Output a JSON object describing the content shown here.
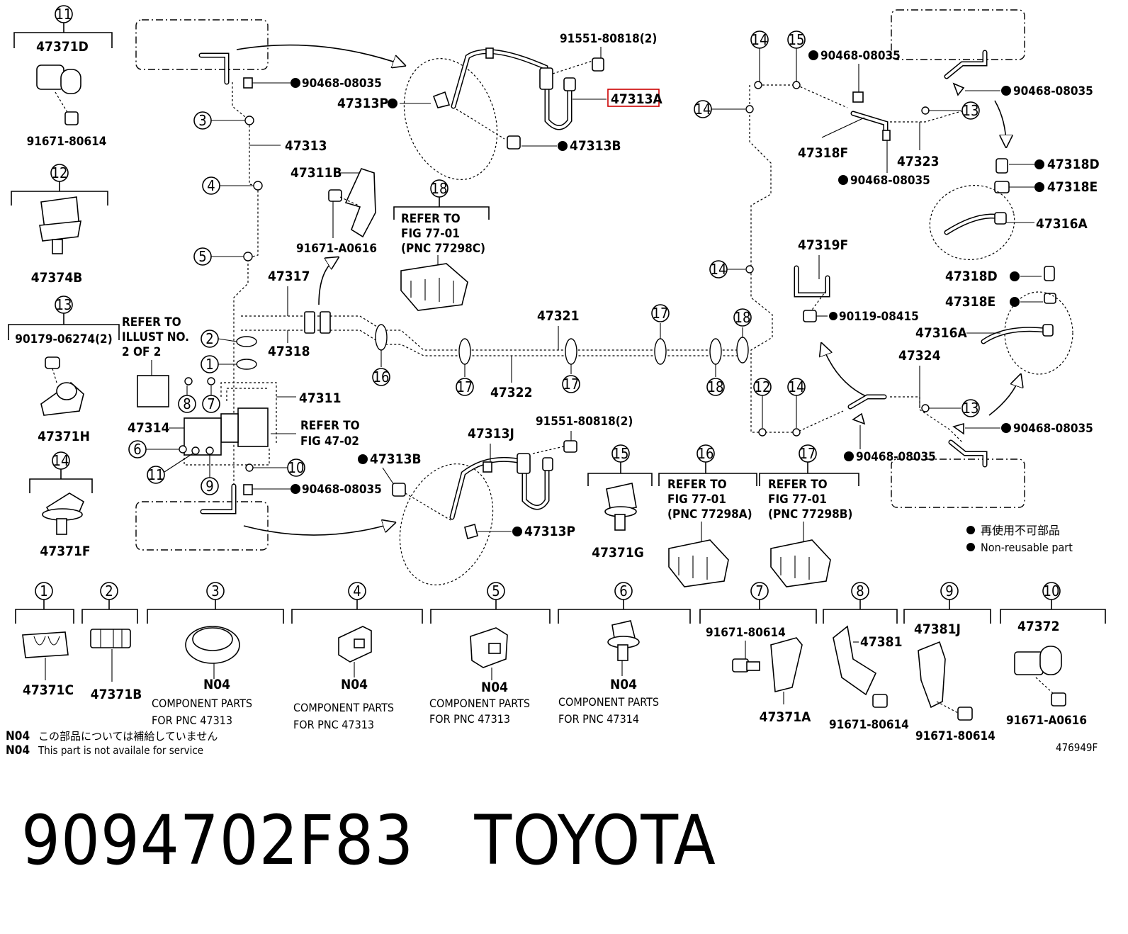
{
  "header_groups": {
    "g11": {
      "num": "11",
      "parts": [
        "47371D",
        "91671-80614"
      ]
    },
    "g12": {
      "num": "12",
      "parts": [
        "47374B"
      ]
    },
    "g13": {
      "num": "13",
      "parts": [
        "90179-06274(2)",
        "47371H"
      ]
    },
    "g14": {
      "num": "14",
      "parts": [
        "47371F"
      ]
    },
    "g15": {
      "num": "15",
      "parts": [
        "47371G"
      ]
    },
    "g16": {
      "num": "16",
      "refer": [
        "REFER TO",
        "FIG 77-01",
        "(PNC 77298A)"
      ]
    },
    "g17": {
      "num": "17",
      "refer": [
        "REFER TO",
        "FIG 77-01",
        "(PNC 77298B)"
      ]
    },
    "g18": {
      "num": "18",
      "refer": [
        "REFER TO",
        "FIG 77-01",
        "(PNC 77298C)"
      ]
    }
  },
  "labels": {
    "p47313": "47313",
    "p47313P_top": "47313P",
    "p47313A": "47313A",
    "p47313B_top": "47313B",
    "p91551_top": "91551-80818(2)",
    "p90468_topleft": "90468-08035",
    "p47311B": "47311B",
    "p91671_A0616": "91671-A0616",
    "p47317": "47317",
    "p47318": "47318",
    "refer_illust": [
      "REFER TO",
      "ILLUST NO.",
      "2 OF 2"
    ],
    "p47321": "47321",
    "p47322": "47322",
    "p47311": "47311",
    "p47314": "47314",
    "refer_fig47": [
      "REFER TO",
      "FIG 47-02"
    ],
    "p47313J": "47313J",
    "p91551_mid": "91551-80818(2)",
    "p47313B_mid": "47313B",
    "p90468_midleft": "90468-08035",
    "p47313P_mid": "47313P",
    "p90468_tr1": "90468-08035",
    "p90468_tr2": "90468-08035",
    "p47318F": "47318F",
    "p47323": "47323",
    "p90468_tr3": "90468-08035",
    "p47318D_1": "47318D",
    "p47318E_1": "47318E",
    "p47316A_1": "47316A",
    "p47319F": "47319F",
    "p90119": "90119-08415",
    "p47318D_2": "47318D",
    "p47318E_2": "47318E",
    "p47316A_2": "47316A",
    "p47324": "47324",
    "p90468_br1": "90468-08035",
    "p90468_br2": "90468-08035"
  },
  "legend": {
    "jp": "再使用不可部品",
    "en": "Non-reusable part"
  },
  "bottom_parts": [
    {
      "num": "1",
      "part": "47371C"
    },
    {
      "num": "2",
      "part": "47371B"
    },
    {
      "num": "3",
      "part": "N04",
      "desc": [
        "COMPONENT PARTS",
        "FOR PNC 47313"
      ]
    },
    {
      "num": "4",
      "part": "N04",
      "desc": [
        "COMPONENT PARTS",
        "FOR PNC 47313"
      ]
    },
    {
      "num": "5",
      "part": "N04",
      "desc": [
        "COMPONENT PARTS",
        "FOR PNC 47313"
      ]
    },
    {
      "num": "6",
      "part": "N04",
      "desc": [
        "COMPONENT PARTS",
        "FOR PNC 47314"
      ]
    },
    {
      "num": "7",
      "part": "47371A",
      "sub": "91671-80614"
    },
    {
      "num": "8",
      "part": "47381",
      "sub": "91671-80614"
    },
    {
      "num": "9",
      "part": "47381J",
      "sub": "91671-80614"
    },
    {
      "num": "10",
      "part": "47372",
      "sub": "91671-A0616"
    }
  ],
  "notes": {
    "code": "N04",
    "jp": "この部品については補給していません",
    "en": "This part is not availale for service"
  },
  "figure_id": "476949F",
  "footer": {
    "part_number": "9094702F83",
    "brand": "TOYOTA"
  },
  "highlight_color": "#cc0000"
}
